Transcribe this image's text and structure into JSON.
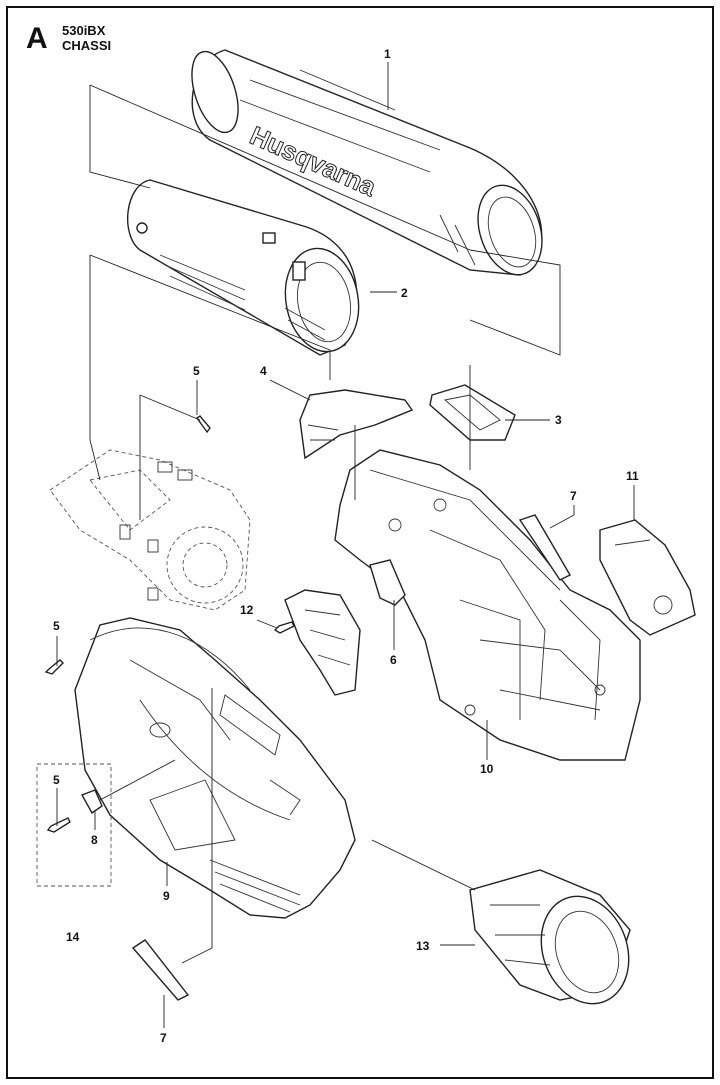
{
  "header": {
    "section_letter": "A",
    "model": "530iBX",
    "group": "CHASSI"
  },
  "brand_text": "Husqvarna",
  "callouts": [
    "1",
    "2",
    "3",
    "4",
    "5",
    "7",
    "11",
    "12",
    "6",
    "5",
    "10",
    "5",
    "8",
    "9",
    "14",
    "13",
    "7"
  ]
}
